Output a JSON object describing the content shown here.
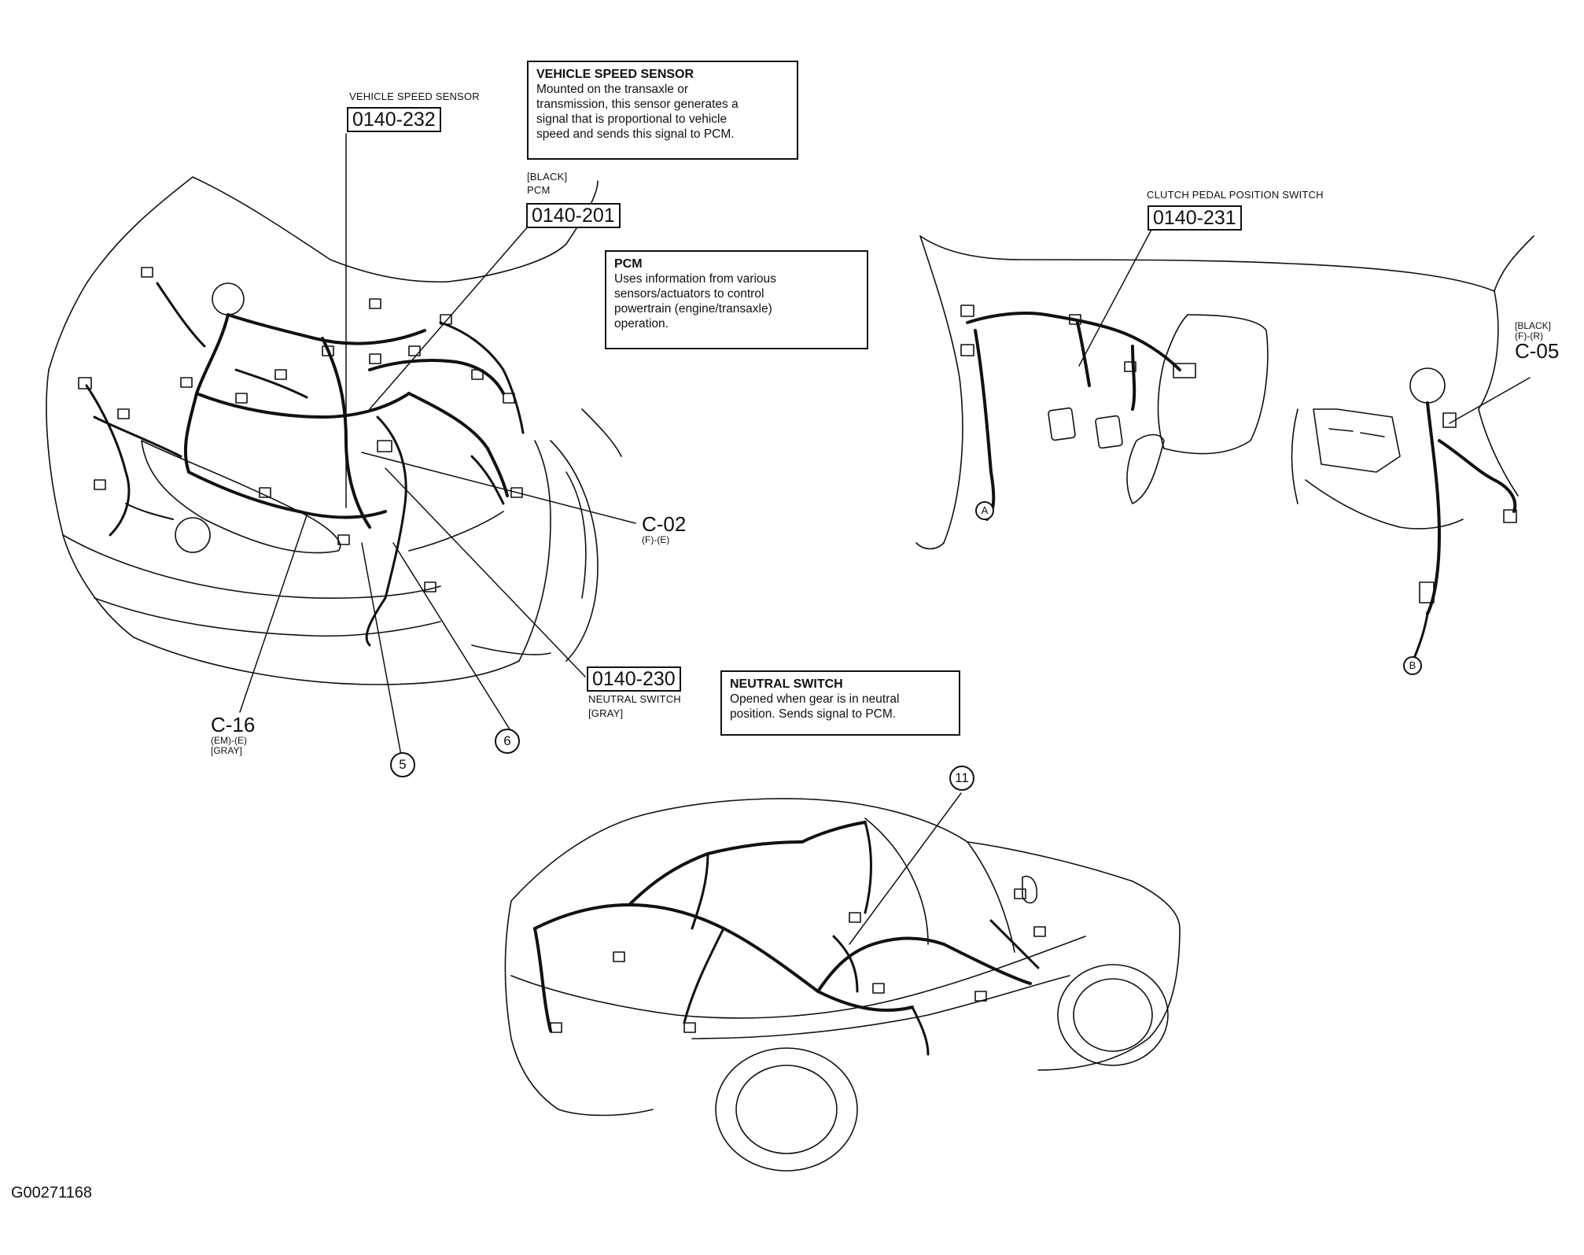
{
  "vss": {
    "label": "VEHICLE SPEED SENSOR",
    "code": "0140-232",
    "box_title": "VEHICLE SPEED SENSOR",
    "box_text": "Mounted on the transaxle or\ntransmission, this sensor generates a\nsignal that is proportional to vehicle\nspeed and sends this signal to PCM."
  },
  "pcm": {
    "color": "[BLACK]",
    "label": "PCM",
    "code": "0140-201",
    "box_title": "PCM",
    "box_text": "Uses information from various\nsensors/actuators to control\npowertrain (engine/transaxle)\noperation."
  },
  "clutch": {
    "label": "CLUTCH PEDAL POSITION SWITCH",
    "code": "0140-231"
  },
  "c05": {
    "color": "[BLACK]",
    "pins": "(F)-(R)",
    "id": "C-05"
  },
  "c02": {
    "id": "C-02",
    "pins": "(F)-(E)"
  },
  "c16": {
    "id": "C-16",
    "pins": "(EM)-(E)",
    "color": "[GRAY]"
  },
  "neutral": {
    "code": "0140-230",
    "label": "NEUTRAL SWITCH",
    "color": "[GRAY]",
    "box_title": "NEUTRAL SWITCH",
    "box_text": "Opened when gear is in neutral\nposition. Sends signal to PCM."
  },
  "callouts": {
    "five": "5",
    "six": "6",
    "eleven": "11",
    "a": "A",
    "b": "B"
  },
  "figure_id": "G00271168"
}
